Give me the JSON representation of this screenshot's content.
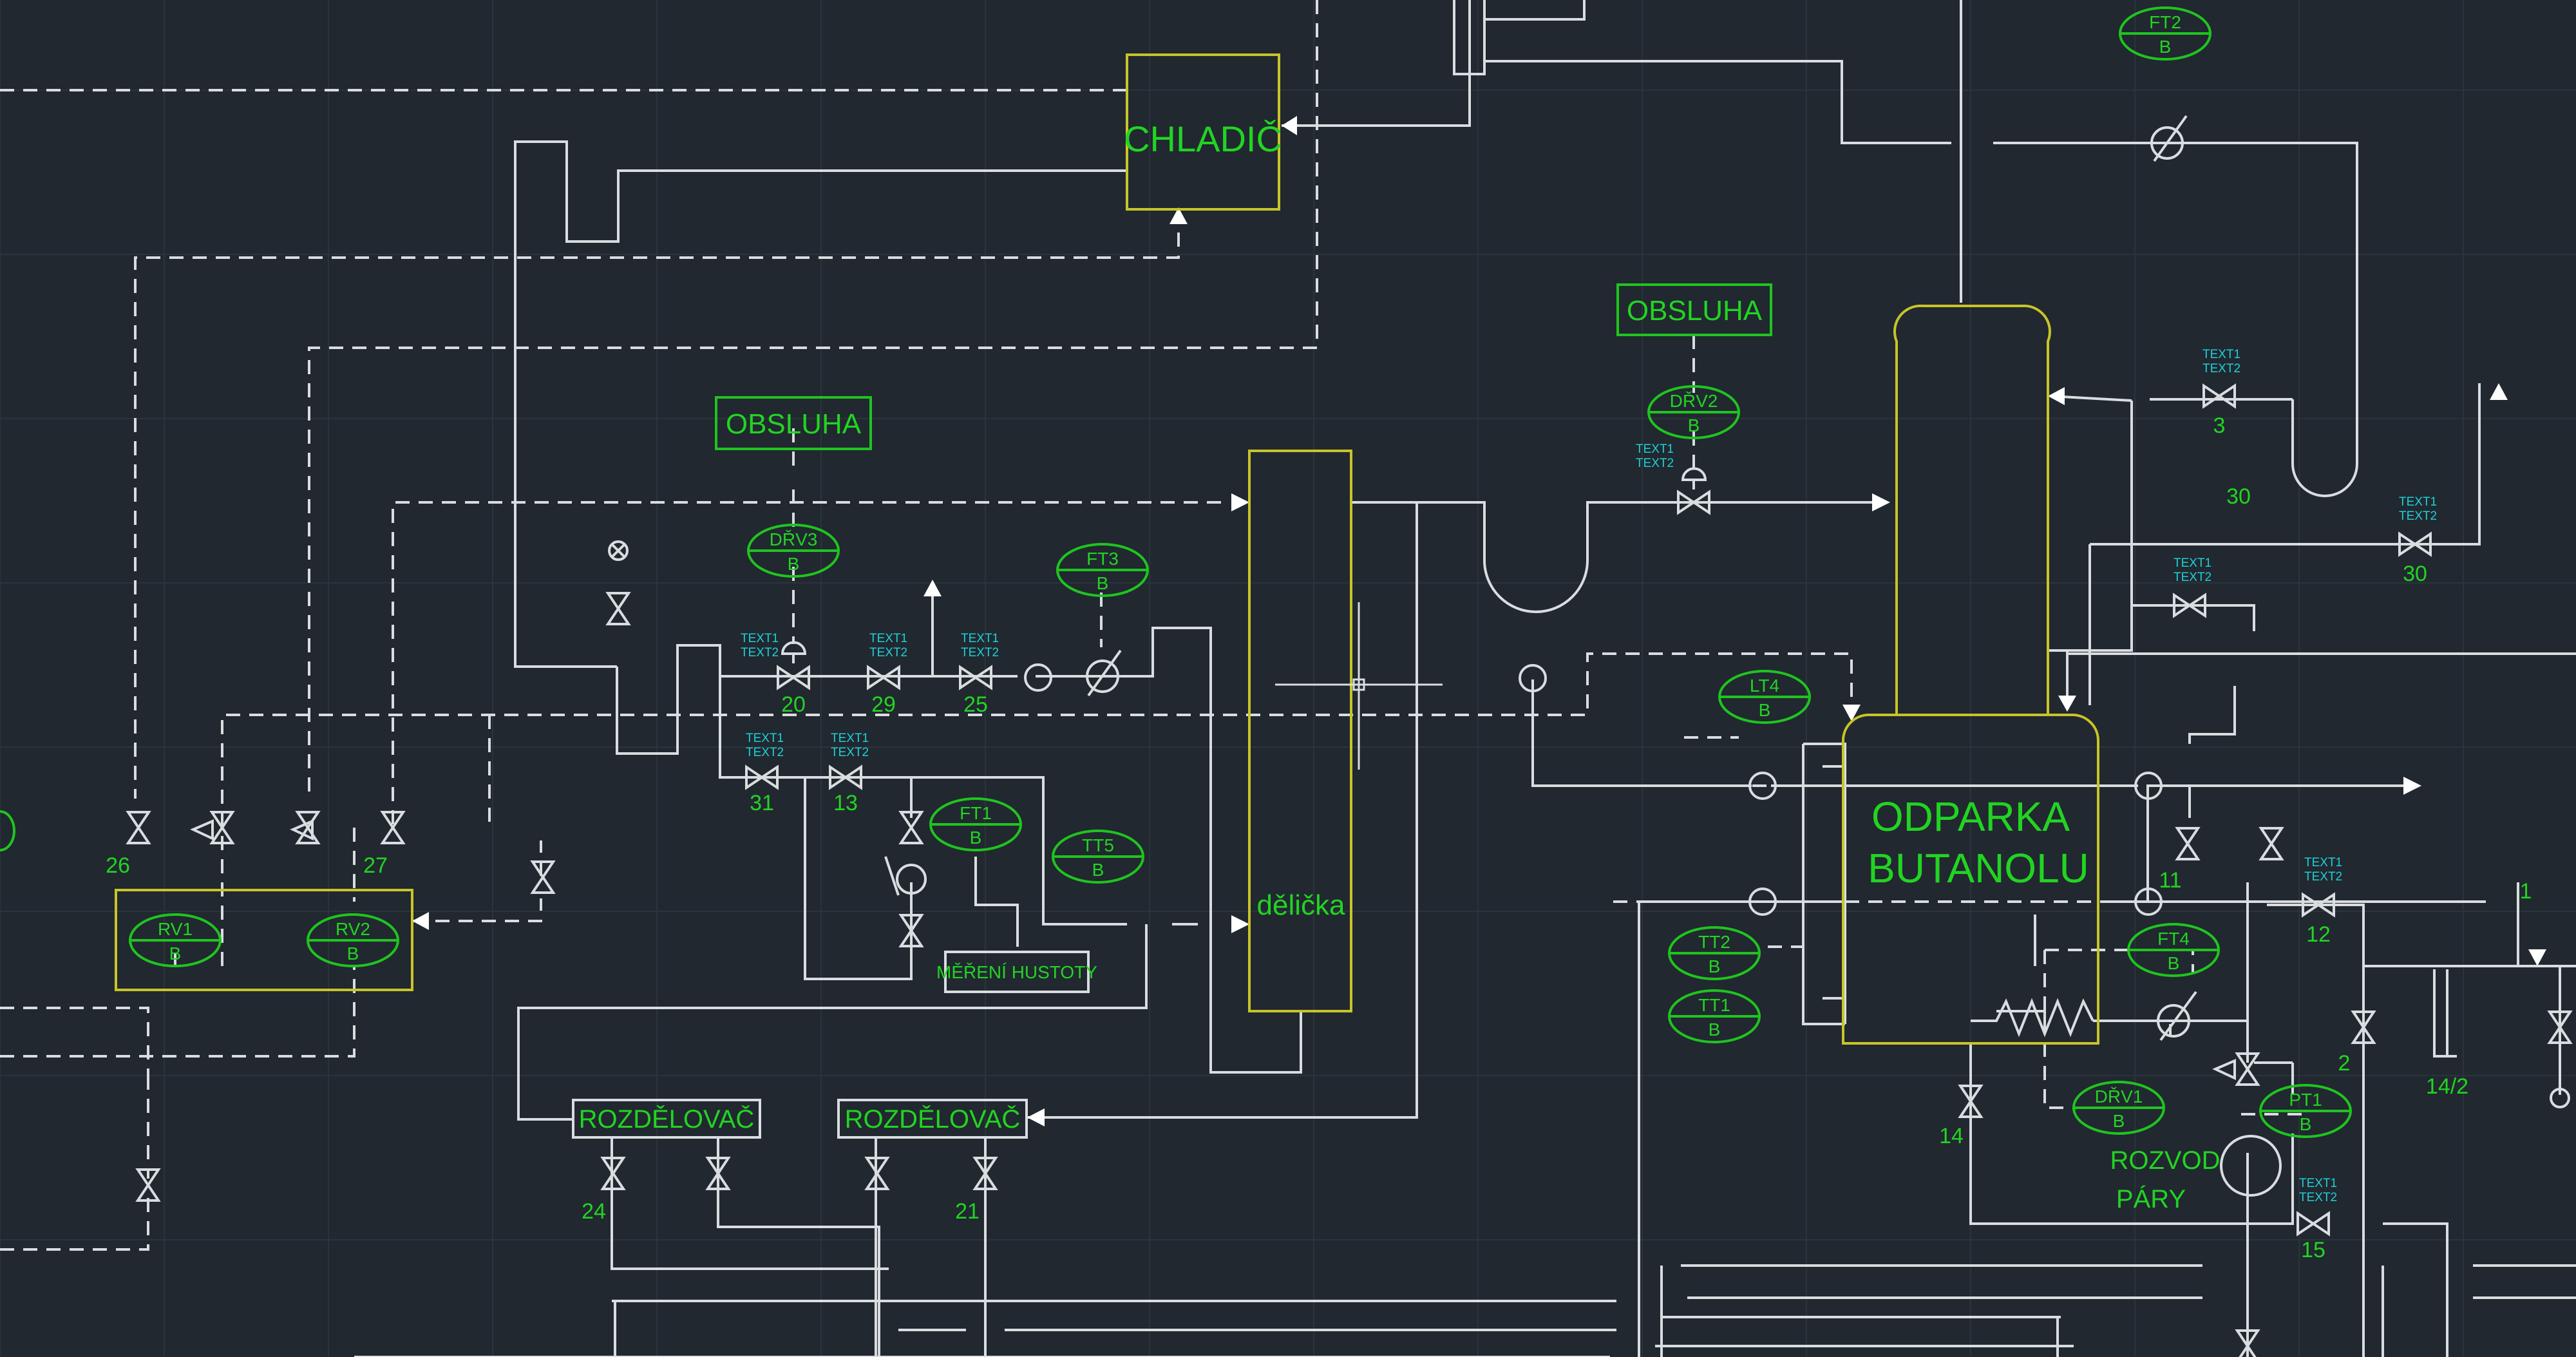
{
  "equipment": {
    "chladic": "CHLADIČ",
    "delicka": "dělička",
    "odparka_line1": "ODPARKA",
    "odparka_line2": "BUTANOLU"
  },
  "boxes": {
    "obsluha_left": "OBSLUHA",
    "obsluha_right": "OBSLUHA",
    "mereni_hustoty": "MĚŘENÍ HUSTOTY",
    "rozdelovac_1": "ROZDĚLOVAČ",
    "rozdelovac_2": "ROZDĚLOVAČ",
    "rozvod_line1": "ROZVOD",
    "rozvod_line2": "PÁRY"
  },
  "instruments": [
    {
      "tag": "FT2",
      "sub": "B"
    },
    {
      "tag": "DŘV2",
      "sub": "B"
    },
    {
      "tag": "DŘV3",
      "sub": "B"
    },
    {
      "tag": "FT3",
      "sub": "B"
    },
    {
      "tag": "FT1",
      "sub": "B"
    },
    {
      "tag": "TT5",
      "sub": "B"
    },
    {
      "tag": "LT4",
      "sub": "B"
    },
    {
      "tag": "TT2",
      "sub": "B"
    },
    {
      "tag": "TT1",
      "sub": "B"
    },
    {
      "tag": "FT4",
      "sub": "B"
    },
    {
      "tag": "DŘV1",
      "sub": "B"
    },
    {
      "tag": "PT1",
      "sub": "B"
    },
    {
      "tag": "RV1",
      "sub": "B"
    },
    {
      "tag": "RV2",
      "sub": "B"
    }
  ],
  "valve_tags": {
    "line1": "TEXT1",
    "line2": "TEXT2"
  },
  "valve_numbers": [
    "20",
    "29",
    "25",
    "31",
    "13",
    "26",
    "27",
    "24",
    "21",
    "3",
    "30",
    "30",
    "11",
    "12",
    "2",
    "14",
    "15",
    "14/2",
    "1"
  ]
}
